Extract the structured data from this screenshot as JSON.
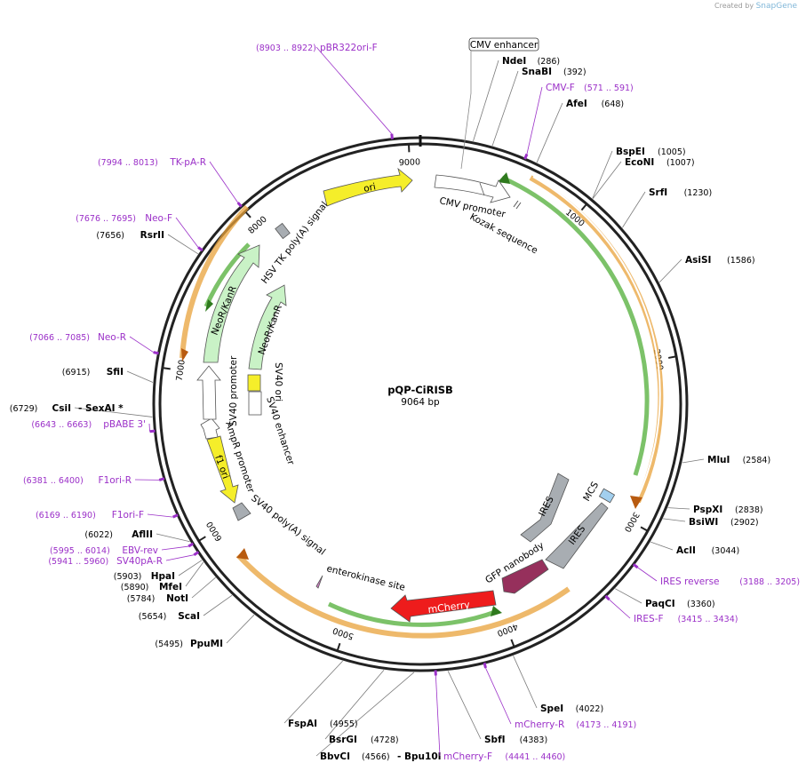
{
  "credit": {
    "prefix": "Created by",
    "brand": "SnapGene"
  },
  "plasmid": {
    "name": "pQP-CiRISB",
    "length": "9064 bp",
    "total_bp": 9064
  },
  "ticks": [
    {
      "label": "1000",
      "pos": 1000
    },
    {
      "label": "2000",
      "pos": 2000
    },
    {
      "label": "3000",
      "pos": 3000
    },
    {
      "label": "4000",
      "pos": 4000
    },
    {
      "label": "5000",
      "pos": 5000
    },
    {
      "label": "6000",
      "pos": 6000
    },
    {
      "label": "7000",
      "pos": 7000
    },
    {
      "label": "8000",
      "pos": 8000
    },
    {
      "label": "9000",
      "pos": 9000
    }
  ],
  "sites": [
    {
      "name": "NdeI",
      "pos": "(286)",
      "bp": 286
    },
    {
      "name": "SnaBI",
      "pos": "(392)",
      "bp": 392
    },
    {
      "name": "AfeI",
      "pos": "(648)",
      "bp": 648
    },
    {
      "name": "BspEI",
      "pos": "(1005)",
      "bp": 1005
    },
    {
      "name": "EcoNI",
      "pos": "(1007)",
      "bp": 1007
    },
    {
      "name": "SrfI",
      "pos": "(1230)",
      "bp": 1230
    },
    {
      "name": "AsiSI",
      "pos": "(1586)",
      "bp": 1586
    },
    {
      "name": "MluI",
      "pos": "(2584)",
      "bp": 2584
    },
    {
      "name": "PspXI",
      "pos": "(2838)",
      "bp": 2838
    },
    {
      "name": "BsiWI",
      "pos": "(2902)",
      "bp": 2902
    },
    {
      "name": "AclI",
      "pos": "(3044)",
      "bp": 3044
    },
    {
      "name": "PaqCI",
      "pos": "(3360)",
      "bp": 3360
    },
    {
      "name": "SpeI",
      "pos": "(4022)",
      "bp": 4022
    },
    {
      "name": "SbfI",
      "pos": "(4383)",
      "bp": 4383
    },
    {
      "name": "BbvCI",
      "pos": "(4566)",
      "bp": 4566,
      "extra": "Bpu10I"
    },
    {
      "name": "BsrGI",
      "pos": "(4728)",
      "bp": 4728
    },
    {
      "name": "FspAI",
      "pos": "(4955)",
      "bp": 4955
    },
    {
      "name": "PpuMI",
      "pos": "(5495)",
      "bp": 5495
    },
    {
      "name": "ScaI",
      "pos": "(5654)",
      "bp": 5654
    },
    {
      "name": "NotI",
      "pos": "(5784)",
      "bp": 5784
    },
    {
      "name": "MfeI",
      "pos": "(5890)",
      "bp": 5890
    },
    {
      "name": "HpaI",
      "pos": "(5903)",
      "bp": 5903
    },
    {
      "name": "AflII",
      "pos": "(6022)",
      "bp": 6022
    },
    {
      "name": "CsiI",
      "pos": "(6729)",
      "bp": 6729,
      "extra": "SexAI *"
    },
    {
      "name": "SfiI",
      "pos": "(6915)",
      "bp": 6915
    },
    {
      "name": "RsrII",
      "pos": "(7656)",
      "bp": 7656
    }
  ],
  "primers": [
    {
      "name": "CMV-F",
      "pos": "(571 .. 591)",
      "bp": 581
    },
    {
      "name": "IRES reverse",
      "pos": "(3188 .. 3205)",
      "bp": 3196
    },
    {
      "name": "IRES-F",
      "pos": "(3415 .. 3434)",
      "bp": 3424
    },
    {
      "name": "mCherry-R",
      "pos": "(4173 .. 4191)",
      "bp": 4182
    },
    {
      "name": "mCherry-F",
      "pos": "(4441 .. 4460)",
      "bp": 4450
    },
    {
      "name": "SV40pA-R",
      "pos": "(5941 .. 5960)",
      "bp": 5950
    },
    {
      "name": "EBV-rev",
      "pos": "(5995 .. 6014)",
      "bp": 6004
    },
    {
      "name": "F1ori-F",
      "pos": "(6169 .. 6190)",
      "bp": 6180
    },
    {
      "name": "F1ori-R",
      "pos": "(6381 .. 6400)",
      "bp": 6390
    },
    {
      "name": "pBABE 3'",
      "pos": "(6643 .. 6663)",
      "bp": 6653
    },
    {
      "name": "Neo-R",
      "pos": "(7066 .. 7085)",
      "bp": 7075
    },
    {
      "name": "Neo-F",
      "pos": "(7676 .. 7695)",
      "bp": 7685
    },
    {
      "name": "TK-pA-R",
      "pos": "(7994 .. 8013)",
      "bp": 8003
    },
    {
      "name": "pBR322ori-F",
      "pos": "(8903 .. 8922)",
      "bp": 8912
    }
  ],
  "features": {
    "cmv_enhancer": "CMV enhancer",
    "cmv_promoter": "CMV promoter",
    "kozak": "Kozak sequence",
    "mcs": "MCS",
    "ires_a": "IRES",
    "ires_b": "IRES",
    "gfp_nanobody": "GFP nanobody",
    "mcherry": "mCherry",
    "enterokinase": "enterokinase site",
    "sv40_polya": "SV40 poly(A) signal",
    "f1_ori": "f1 ori",
    "ampr_promoter": "AmpR promoter",
    "sv40_promoter": "SV40 promoter",
    "sv40_ori": "SV40 ori",
    "sv40_enhancer": "SV40 enhancer",
    "neokanr_a": "NeoR/KanR",
    "neokanr_b": "NeoR/KanR",
    "hsv_tk": "HSV TK poly(A) signal",
    "ori": "ori"
  },
  "colors": {
    "backbone": "#222222",
    "site_line": "#7a7a7a",
    "primer": "#9b30c8",
    "orf_orange": "#e8a13a",
    "orf_green": "#44a82a",
    "ori_yellow": "#f5ee2a",
    "neo_green": "#c9f2c6",
    "ires_gray": "#a8adb2",
    "mcherry_red": "#ee1c1c",
    "gfp_purple": "#96305c",
    "mcs_blue": "#a2cfee",
    "cmv_white": "#ffffff"
  }
}
